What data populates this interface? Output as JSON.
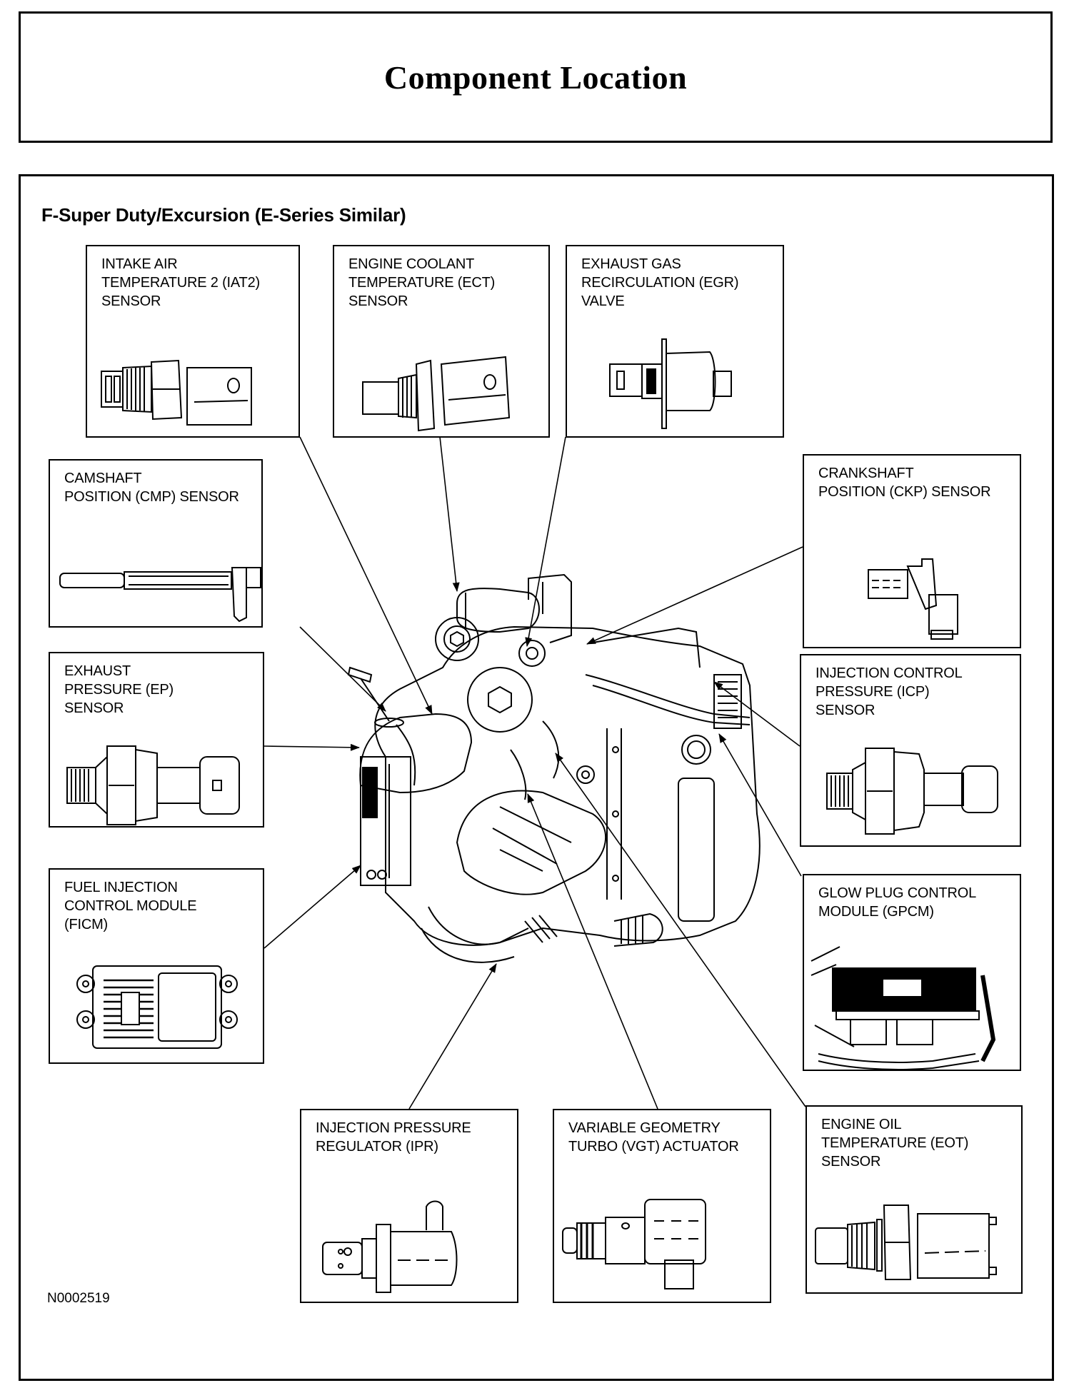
{
  "page": {
    "title": "Component Location",
    "subtitle": "F-Super Duty/Excursion (E-Series Similar)",
    "figure_id": "N0002519"
  },
  "components": [
    {
      "id": "iat2",
      "label": "INTAKE AIR\nTEMPERATURE 2 (IAT2)\nSENSOR",
      "icon": "temperature-sensor-icon"
    },
    {
      "id": "ect",
      "label": "ENGINE COOLANT\nTEMPERATURE (ECT)\nSENSOR",
      "icon": "temperature-sensor-icon"
    },
    {
      "id": "egr",
      "label": "EXHAUST GAS\nRECIRCULATION (EGR)\nVALVE",
      "icon": "egr-valve-icon"
    },
    {
      "id": "cmp",
      "label": "CAMSHAFT\nPOSITION (CMP) SENSOR",
      "icon": "position-sensor-icon"
    },
    {
      "id": "ckp",
      "label": "CRANKSHAFT\nPOSITION (CKP) SENSOR",
      "icon": "position-sensor-icon"
    },
    {
      "id": "ep",
      "label": "EXHAUST\nPRESSURE (EP)\nSENSOR",
      "icon": "pressure-sensor-icon"
    },
    {
      "id": "icp",
      "label": "INJECTION CONTROL\nPRESSURE (ICP)\nSENSOR",
      "icon": "pressure-sensor-icon"
    },
    {
      "id": "ficm",
      "label": "FUEL INJECTION\nCONTROL MODULE\n(FICM)",
      "icon": "control-module-icon"
    },
    {
      "id": "gpcm",
      "label": "GLOW PLUG CONTROL\nMODULE (GPCM)",
      "icon": "control-module-icon"
    },
    {
      "id": "ipr",
      "label": "INJECTION PRESSURE\nREGULATOR (IPR)",
      "icon": "solenoid-valve-icon"
    },
    {
      "id": "vgt",
      "label": "VARIABLE GEOMETRY\nTURBO (VGT) ACTUATOR",
      "icon": "solenoid-actuator-icon"
    },
    {
      "id": "eot",
      "label": "ENGINE OIL\nTEMPERATURE (EOT)\nSENSOR",
      "icon": "temperature-sensor-icon"
    }
  ]
}
